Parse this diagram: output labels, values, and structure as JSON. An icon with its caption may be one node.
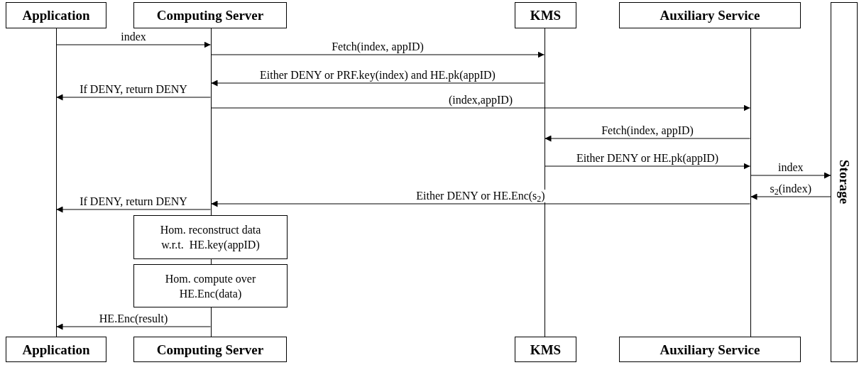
{
  "diagram": {
    "nodes": [
      {
        "text": [
          "Application"
        ]
      },
      {
        "text": [
          "Computing Server"
        ]
      },
      {
        "text": [
          "KMS"
        ]
      },
      {
        "text": [
          "Auxiliary Service"
        ]
      },
      {
        "text": [
          "Storage"
        ]
      },
      {
        "text": [
          "Hom. reconstruct data w.r.t.  HE.key(appID)"
        ]
      },
      {
        "text": [
          "Hom. compute over HE.Enc(data)"
        ]
      },
      {
        "text": [
          "Application"
        ]
      },
      {
        "text": [
          "Computing Server"
        ]
      },
      {
        "text": [
          "KMS"
        ]
      },
      {
        "text": [
          "Auxiliary Service"
        ]
      },
      {
        "text": [],
        "shape": "line"
      },
      {
        "text": [],
        "shape": "line"
      },
      {
        "text": [],
        "shape": "line"
      },
      {
        "text": [],
        "shape": "line"
      },
      {
        "text": [],
        "shape": "line"
      }
    ],
    "edges": [
      {
        "from": 11,
        "to": 12,
        "arrow": "to",
        "label": "index"
      },
      {
        "from": 12,
        "to": 13,
        "arrow": "to",
        "label": "Fetch(index, appID)"
      },
      {
        "from": 13,
        "to": 12,
        "arrow": "to",
        "label": "Either DENY or PRF.key(index) and HE.pk(appID)"
      },
      {
        "from": 12,
        "to": 11,
        "arrow": "to",
        "label": "If DENY, return DENY"
      },
      {
        "from": 12,
        "to": 14,
        "arrow": "to",
        "label": "(index,appID)"
      },
      {
        "from": 14,
        "to": 13,
        "arrow": "to",
        "label": "Fetch(index, appID)"
      },
      {
        "from": 13,
        "to": 14,
        "arrow": "to",
        "label": "Either DENY or HE.pk(appID)"
      },
      {
        "from": 14,
        "to": 4,
        "arrow": "to",
        "label": "index"
      },
      {
        "from": 4,
        "to": 14,
        "arrow": "to",
        "label": "s$_{2}$(index)"
      },
      {
        "from": 14,
        "to": 12,
        "arrow": "to",
        "label": "Either DENY or HE.Enc(s$_{2}$)"
      },
      {
        "from": 12,
        "to": 11,
        "arrow": "to",
        "label": "If DENY, return DENY"
      },
      {
        "from": 15,
        "to": 11,
        "arrow": "to",
        "label": "HE.Enc(result)"
      }
    ]
  }
}
